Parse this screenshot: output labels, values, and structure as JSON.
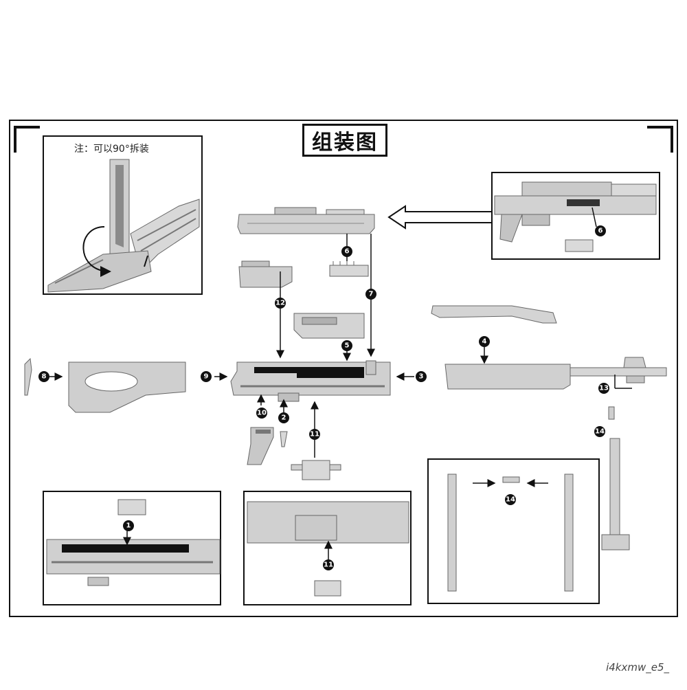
{
  "title": "组装图",
  "note": "注：可以90°拆装",
  "watermark": "i4kxmw_e5_",
  "callouts": [
    "1",
    "2",
    "3",
    "4",
    "5",
    "6",
    "6",
    "7",
    "8",
    "9",
    "10",
    "11",
    "11",
    "12",
    "13",
    "14",
    "14"
  ],
  "colors": {
    "frame": "#111111",
    "part_fill": "#d4d4d4",
    "part_stroke": "#6a6a6a",
    "accent": "#111111"
  }
}
